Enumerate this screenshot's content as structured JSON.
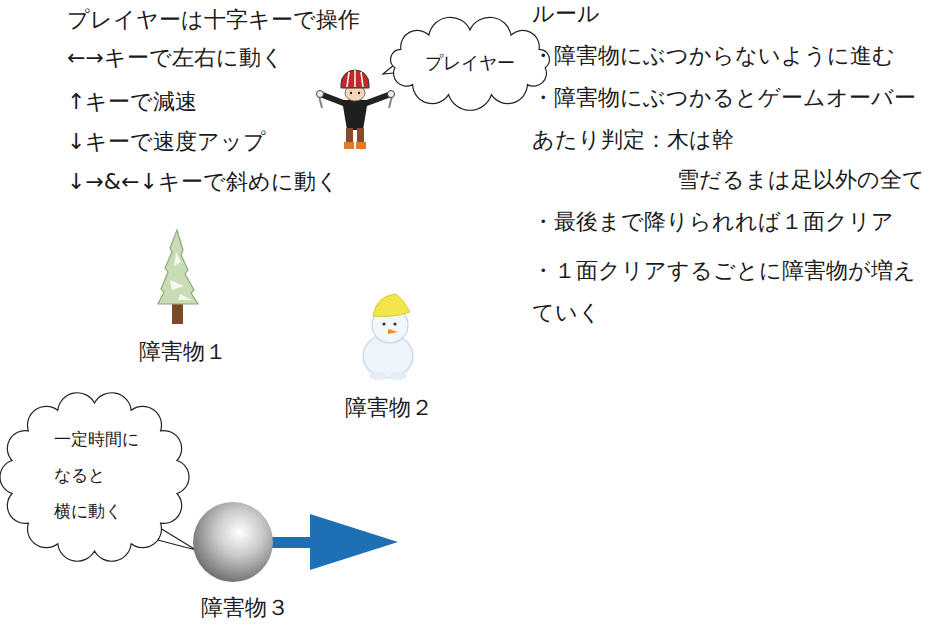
{
  "diagram": {
    "nodes": [
      {
        "text": [
          "プレイヤー"
        ]
      },
      {
        "text": [
          "一定時間に なると 横に動く"
        ]
      }
    ],
    "labels": [
      "プレイヤーは十字キーで操作",
      "←→キーで左右に動く",
      "↑キーで減速",
      "↓キーで速度アップ",
      "↓→&←↓キーで斜めに動く",
      "障害物１",
      "障害物２",
      "障害物３",
      "ルール",
      "・障害物にぶつからないように進む",
      "・障害物にぶつかるとゲームオーバー",
      "あたり判定：木は幹",
      "雪だるまは足以外の全て",
      "・最後まで降りられれば１面クリア",
      "・１面クリアするごとに障害物が増えていく"
    ]
  }
}
